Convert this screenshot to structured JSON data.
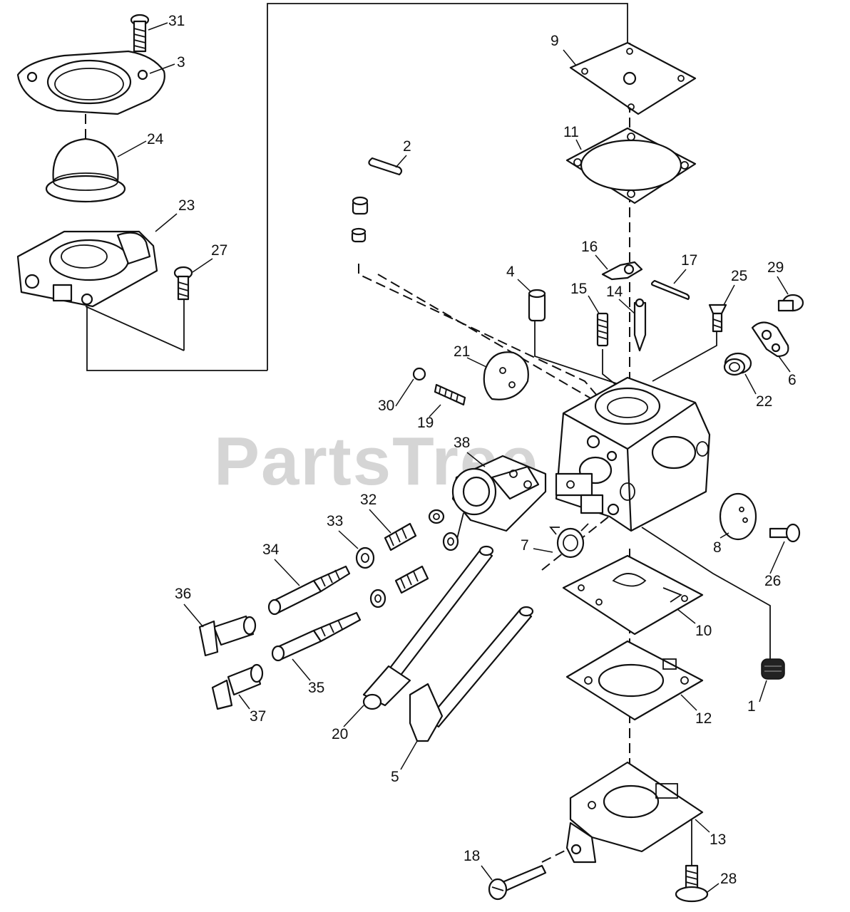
{
  "watermark": "PartsTree",
  "callouts": [
    {
      "id": "1",
      "text": "1"
    },
    {
      "id": "2",
      "text": "2"
    },
    {
      "id": "3",
      "text": "3"
    },
    {
      "id": "4",
      "text": "4"
    },
    {
      "id": "5",
      "text": "5"
    },
    {
      "id": "6",
      "text": "6"
    },
    {
      "id": "7",
      "text": "7"
    },
    {
      "id": "8",
      "text": "8"
    },
    {
      "id": "9",
      "text": "9"
    },
    {
      "id": "10",
      "text": "10"
    },
    {
      "id": "11",
      "text": "11"
    },
    {
      "id": "12",
      "text": "12"
    },
    {
      "id": "13",
      "text": "13"
    },
    {
      "id": "14",
      "text": "14"
    },
    {
      "id": "15",
      "text": "15"
    },
    {
      "id": "16",
      "text": "16"
    },
    {
      "id": "17",
      "text": "17"
    },
    {
      "id": "18",
      "text": "18"
    },
    {
      "id": "19",
      "text": "19"
    },
    {
      "id": "20",
      "text": "20"
    },
    {
      "id": "21",
      "text": "21"
    },
    {
      "id": "22",
      "text": "22"
    },
    {
      "id": "23",
      "text": "23"
    },
    {
      "id": "24",
      "text": "24"
    },
    {
      "id": "25",
      "text": "25"
    },
    {
      "id": "26",
      "text": "26"
    },
    {
      "id": "27",
      "text": "27"
    },
    {
      "id": "28",
      "text": "28"
    },
    {
      "id": "29",
      "text": "29"
    },
    {
      "id": "30",
      "text": "30"
    },
    {
      "id": "31",
      "text": "31"
    },
    {
      "id": "32",
      "text": "32"
    },
    {
      "id": "33",
      "text": "33"
    },
    {
      "id": "34",
      "text": "34"
    },
    {
      "id": "35",
      "text": "35"
    },
    {
      "id": "36",
      "text": "36"
    },
    {
      "id": "37",
      "text": "37"
    },
    {
      "id": "38",
      "text": "38"
    }
  ]
}
